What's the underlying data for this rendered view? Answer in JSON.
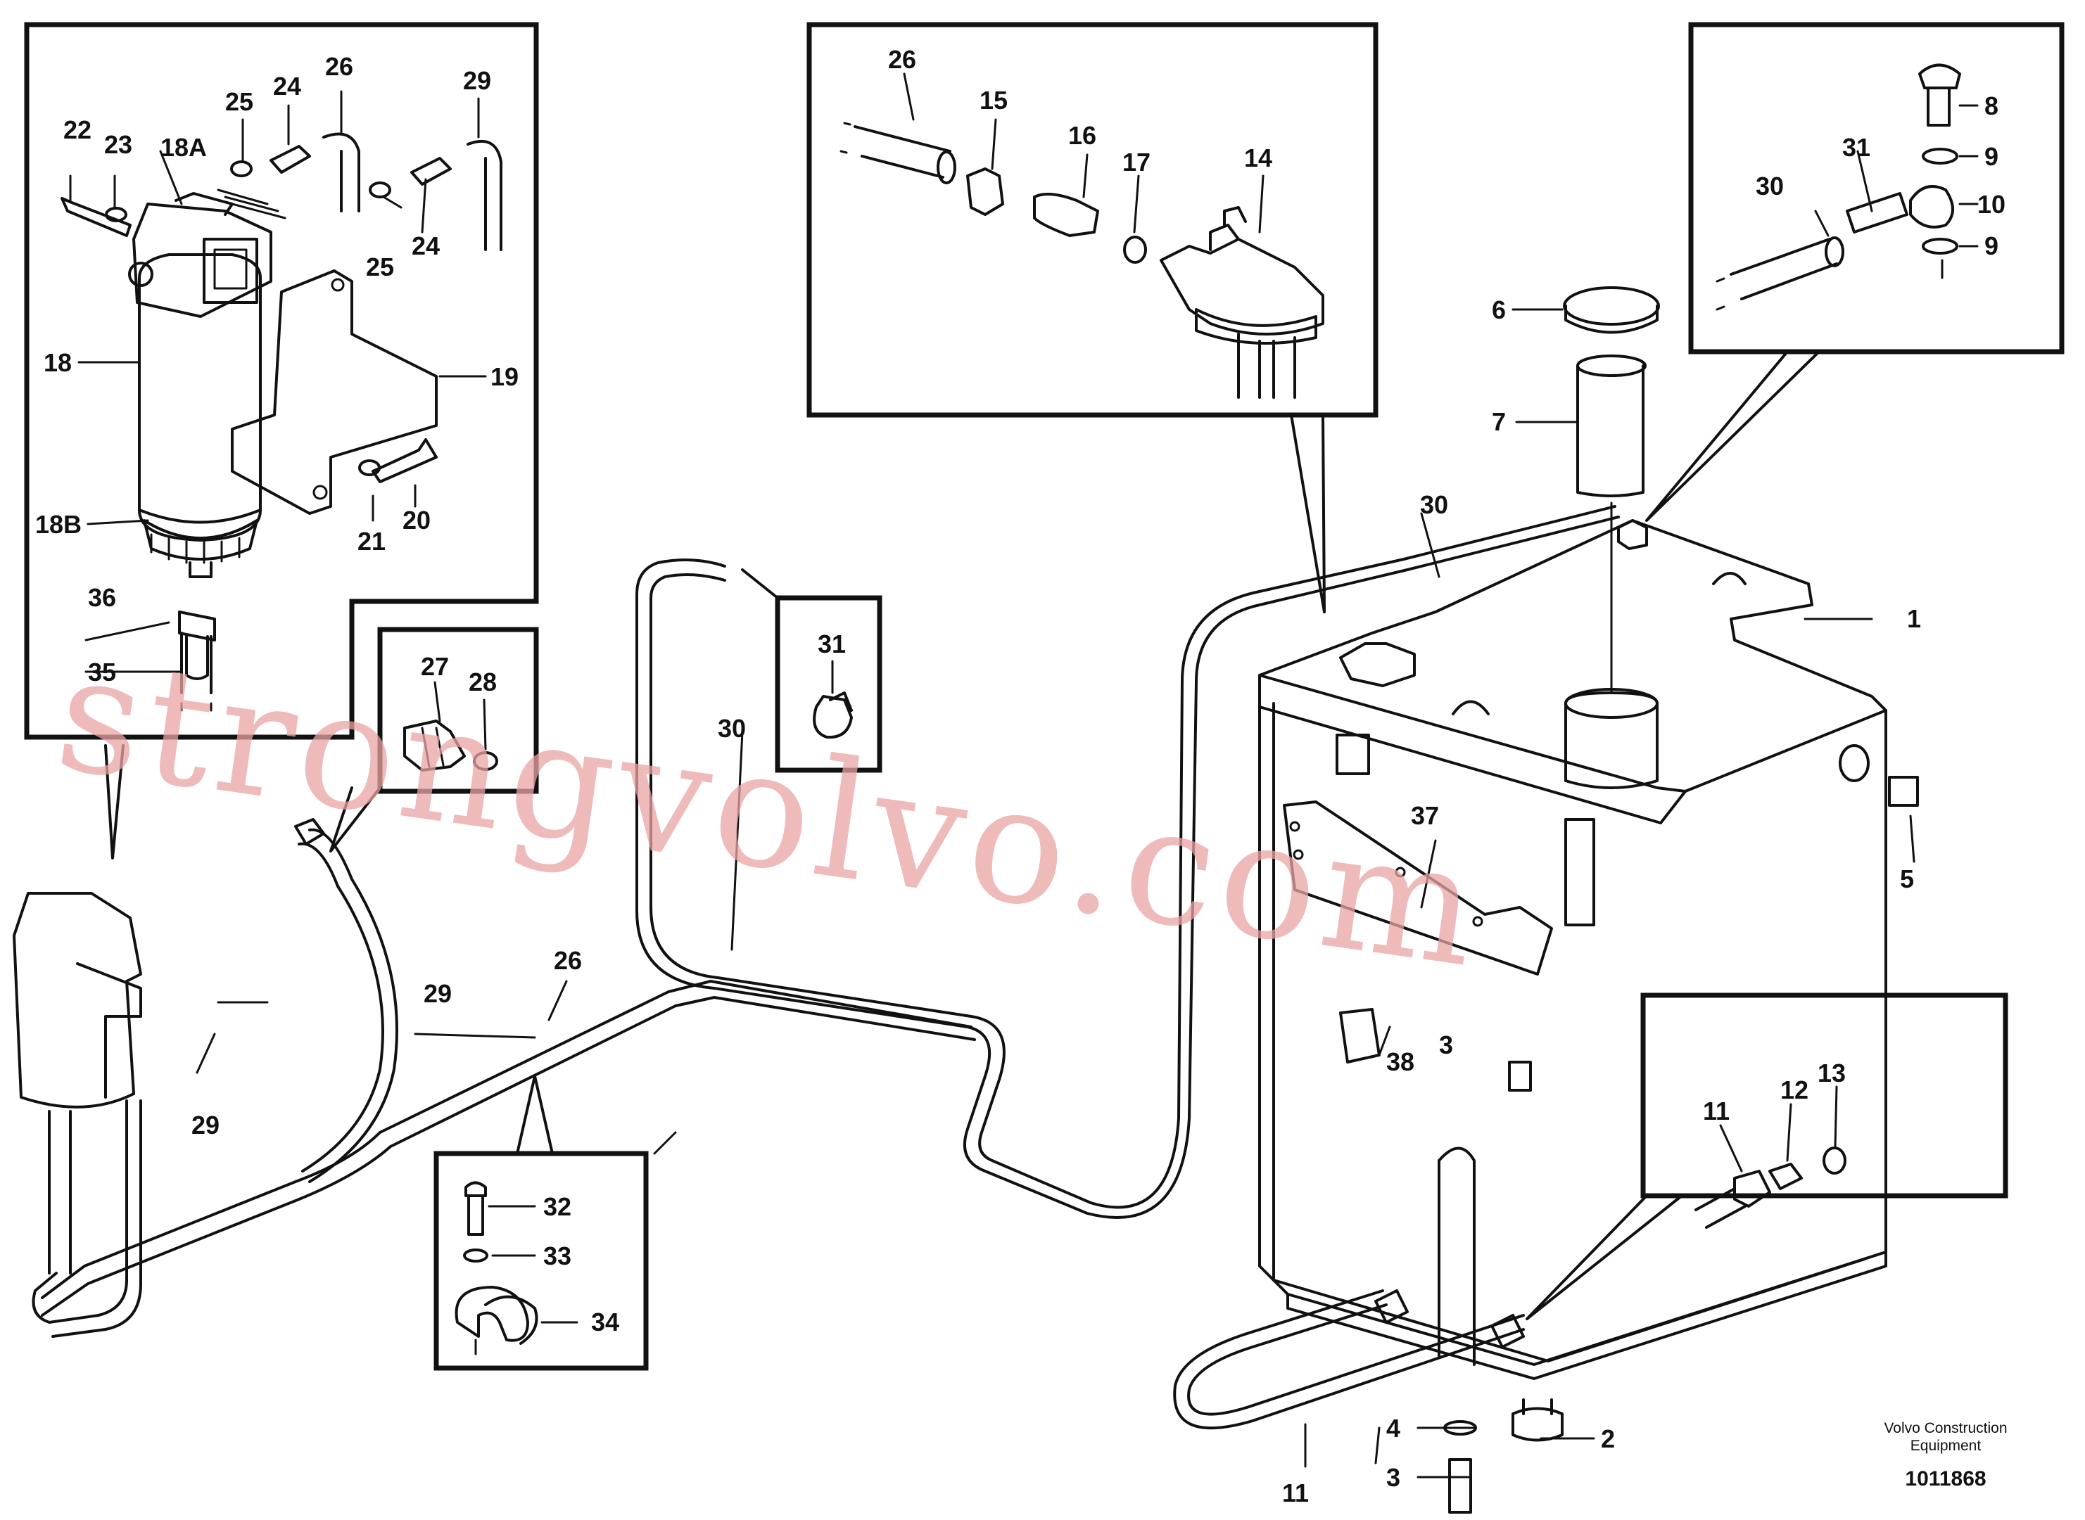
{
  "diagram": {
    "labels": [
      {
        "id": "tank-1",
        "text": "1"
      },
      {
        "id": "drain-2",
        "text": "2"
      },
      {
        "id": "screw-3",
        "text": "3"
      },
      {
        "id": "washer-4",
        "text": "4"
      },
      {
        "id": "plug-5",
        "text": "5"
      },
      {
        "id": "cap-6",
        "text": "6"
      },
      {
        "id": "strainer-7",
        "text": "7"
      },
      {
        "id": "d3-bolt-8",
        "text": "8"
      },
      {
        "id": "d3-washer-9a",
        "text": "9"
      },
      {
        "id": "d3-banjo-10",
        "text": "10"
      },
      {
        "id": "d3-washer-9b",
        "text": "9"
      },
      {
        "id": "hose-11",
        "text": "11"
      },
      {
        "id": "d5-hose-11",
        "text": "11"
      },
      {
        "id": "d5-nipple-12",
        "text": "12"
      },
      {
        "id": "d5-seal-13",
        "text": "13"
      },
      {
        "id": "d2-sender-14",
        "text": "14"
      },
      {
        "id": "d2-clip-15",
        "text": "15"
      },
      {
        "id": "d2-nipple-16",
        "text": "16"
      },
      {
        "id": "d2-seal-17",
        "text": "17"
      },
      {
        "id": "d2-hose-26",
        "text": "26"
      },
      {
        "id": "d1-filter-18",
        "text": "18"
      },
      {
        "id": "d1-head-18a",
        "text": "18A"
      },
      {
        "id": "d1-bowl-18b",
        "text": "18B"
      },
      {
        "id": "d1-bracket-19",
        "text": "19"
      },
      {
        "id": "d1-screw-20",
        "text": "20"
      },
      {
        "id": "d1-washer-21",
        "text": "21"
      },
      {
        "id": "d1-screw-22",
        "text": "22"
      },
      {
        "id": "d1-washer-23",
        "text": "23"
      },
      {
        "id": "d1-nipple-24a",
        "text": "24"
      },
      {
        "id": "d1-seal-25a",
        "text": "25"
      },
      {
        "id": "d1-hose-26",
        "text": "26"
      },
      {
        "id": "d1-seal-25b",
        "text": "25"
      },
      {
        "id": "d1-nipple-24b",
        "text": "24"
      },
      {
        "id": "d1-hose-29",
        "text": "29"
      },
      {
        "id": "d1-clip-36",
        "text": "36"
      },
      {
        "id": "d1-hose-35",
        "text": "35"
      },
      {
        "id": "d4-nipple-27",
        "text": "27"
      },
      {
        "id": "d4-seal-28",
        "text": "28"
      },
      {
        "id": "d3-hose-30",
        "text": "30"
      },
      {
        "id": "d3-clip-31",
        "text": "31"
      },
      {
        "id": "hose-30-top",
        "text": "30"
      },
      {
        "id": "hose-30-mid",
        "text": "30"
      },
      {
        "id": "clip-box-31",
        "text": "31"
      },
      {
        "id": "hose-29-a",
        "text": "29"
      },
      {
        "id": "hose-29-b",
        "text": "29"
      },
      {
        "id": "hose-26-main",
        "text": "26"
      },
      {
        "id": "d6-screw-32",
        "text": "32"
      },
      {
        "id": "d6-washer-33",
        "text": "33"
      },
      {
        "id": "d6-clamp-34",
        "text": "34"
      },
      {
        "id": "rail-37",
        "text": "37"
      },
      {
        "id": "block-38",
        "text": "38"
      },
      {
        "id": "screw-3b",
        "text": "3"
      }
    ],
    "brand_line1": "Volvo Construction",
    "brand_line2": "Equipment",
    "drawing_number": "1011868",
    "watermark": "strongvolvo.com"
  }
}
